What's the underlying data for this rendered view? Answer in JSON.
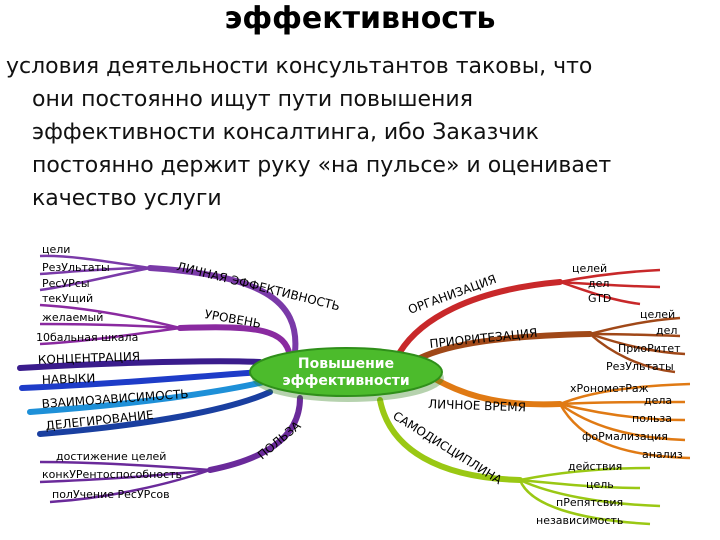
{
  "slide": {
    "title": "эффективность",
    "paragraph_lines": [
      "условия деятельности консультантов таковы, что",
      "они постоянно ищут пути повышения",
      "эффективности консалтинга, ибо Заказчик",
      "постоянно держит руку «на пульсе» и оценивает",
      "качество услуги"
    ]
  },
  "mindmap": {
    "center": [
      "Повышение",
      "эффективности"
    ],
    "branches": {
      "personal": {
        "label": "ЛИЧНАЯ ЭФФЕКТИВНОСТЬ",
        "color": "#7a3aa8",
        "leaves": [
          "цели",
          "РезУльтаты",
          "РесУРсы"
        ]
      },
      "level": {
        "label": "УРОВЕНЬ",
        "color": "#8a2aa0",
        "leaves": [
          "текУщий",
          "желаемый",
          "10бальная шкала"
        ]
      },
      "concentration": {
        "label": "КОНЦЕНТРАЦИЯ",
        "color": "#3a1c8c"
      },
      "skills": {
        "label": "НАВЫКИ",
        "color": "#1e3cc8"
      },
      "interdependence": {
        "label": "ВЗАИМОЗАВИСИМОСТЬ",
        "color": "#1e90d8"
      },
      "delegation": {
        "label": "ДЕЛЕГИРОВАНИЕ",
        "color": "#1a3fa0"
      },
      "benefit": {
        "label": "ПОЛЬЗА",
        "color": "#6a2a9a",
        "leaves": [
          "достижение целей",
          "конкУРентоспособность",
          "полУчение РесУРсов"
        ]
      },
      "organization": {
        "label": "ОРГАНИЗАЦИЯ",
        "color": "#c8282a",
        "leaves": [
          "целей",
          "дел",
          "GTD"
        ]
      },
      "prioritization": {
        "label": "ПРИОРИТЕЗАЦИЯ",
        "color": "#a04818",
        "leaves": [
          "целей",
          "дел",
          "ПриоРитет",
          "РезУльтаты"
        ]
      },
      "personal_time": {
        "label": "ЛИЧНОЕ ВРЕМЯ",
        "color": "#e07a14",
        "leaves": [
          "хРонометРаж",
          "дела",
          "польза",
          "фоРмализация",
          "анализ"
        ]
      },
      "self_discipline": {
        "label": "САМОДИСЦИПЛИНА",
        "color": "#9ac814",
        "leaves": [
          "действия",
          "цель",
          "пРепятсвия",
          "независимость"
        ]
      }
    }
  },
  "colors": {
    "center_fill": "#4cbb2c",
    "center_text": "#ffffff"
  }
}
